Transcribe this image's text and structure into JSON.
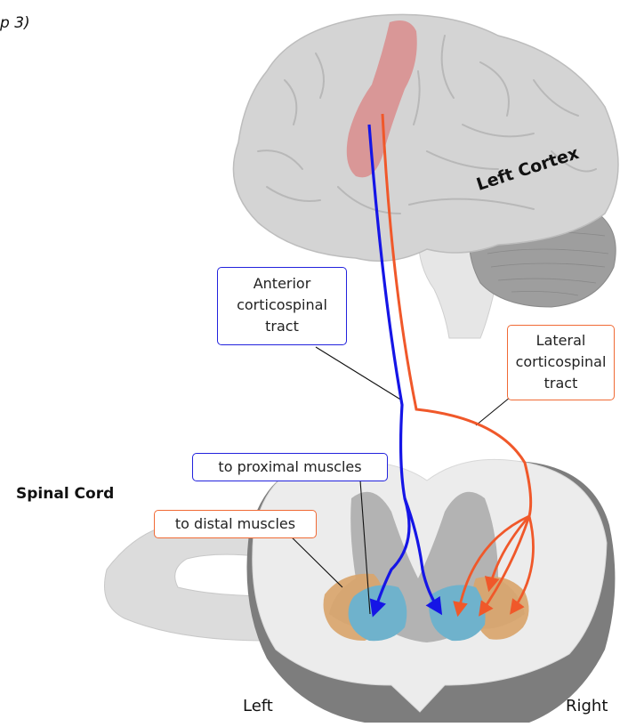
{
  "figure_number_fragment": "p 3)",
  "labels": {
    "cortex": "Left Cortex",
    "spinal_cord": "Spinal Cord",
    "left": "Left",
    "right": "Right"
  },
  "callouts": {
    "anterior_tract": [
      "Anterior",
      "corticospinal",
      "tract"
    ],
    "lateral_tract": [
      "Lateral",
      "corticospinal",
      "tract"
    ],
    "proximal": "to proximal muscles",
    "distal": "to distal muscles"
  },
  "colors": {
    "anterior_tract": "#1515e6",
    "lateral_tract": "#f0582a",
    "motor_cortex": "#d98c8c",
    "brain": "#d6d6d6",
    "proximal_region": "#6fb2cc",
    "distal_region": "#d9a46a",
    "grey_matter": "#b3b3b3",
    "white_matter": "#ececec"
  }
}
